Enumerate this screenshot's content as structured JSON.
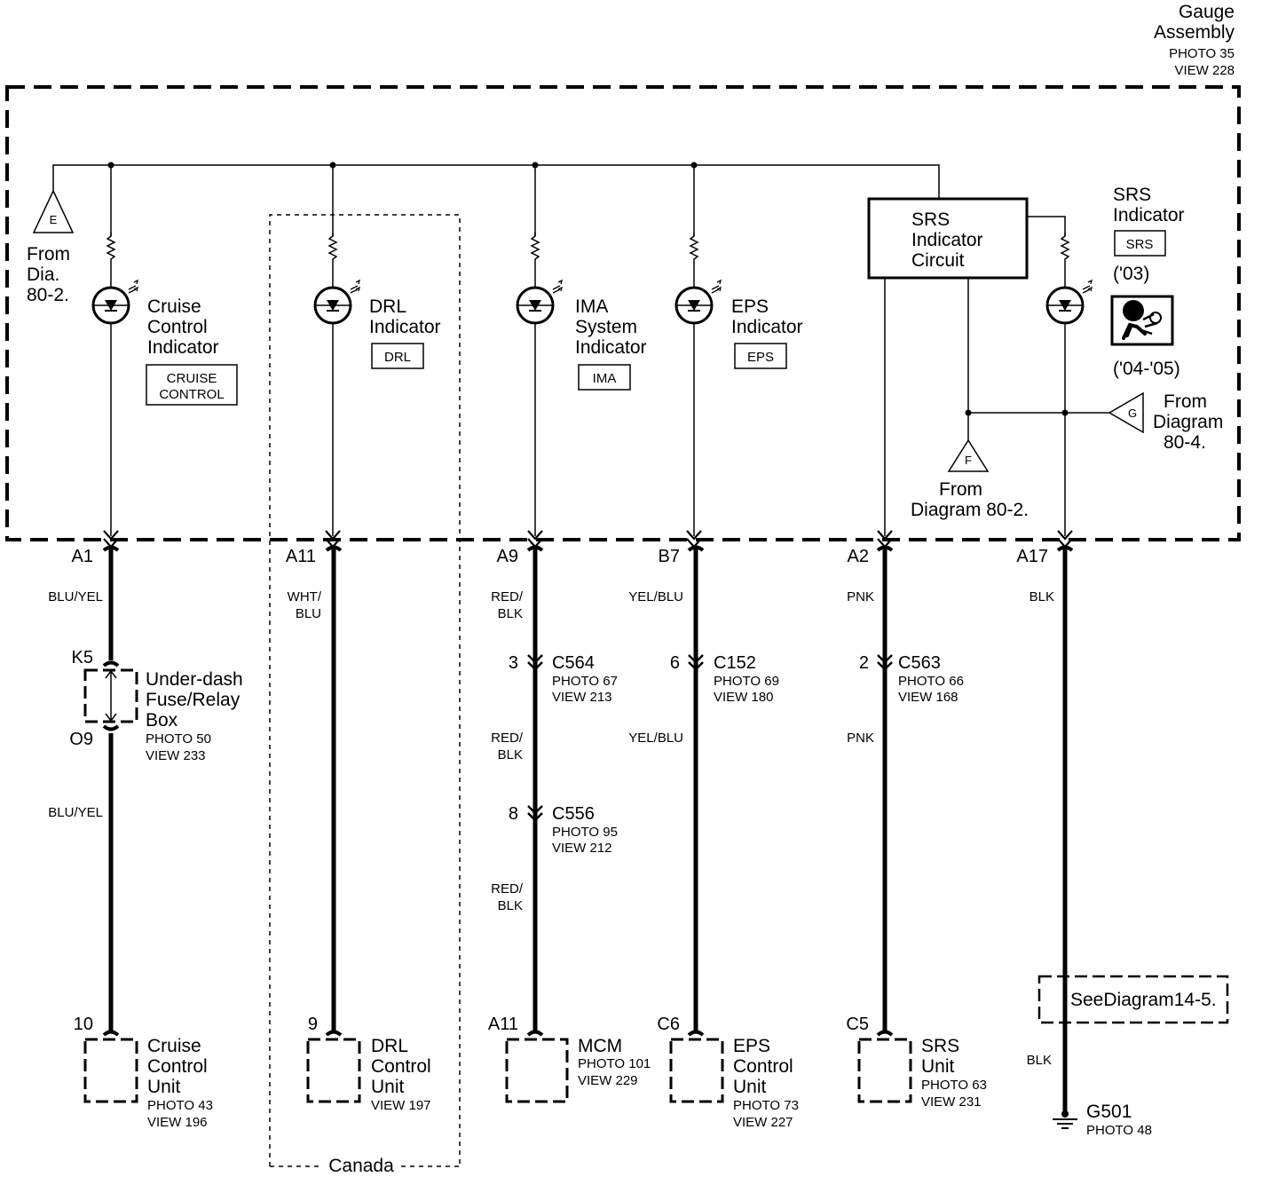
{
  "assembly": {
    "title_1": "Gauge",
    "title_2": "Assembly",
    "photo": "PHOTO 35",
    "view": "VIEW 228"
  },
  "from_e": {
    "letter": "E",
    "l1": "From",
    "l2": "Dia.",
    "l3": "80-2."
  },
  "from_f": {
    "letter": "F",
    "l1": "From",
    "l2": "Diagram 80-2."
  },
  "from_g": {
    "letter": "G",
    "l1": "From",
    "l2": "Diagram",
    "l3": "80-4."
  },
  "indicators": {
    "cruise": {
      "l1": "Cruise",
      "l2": "Control",
      "l3": "Indicator",
      "b1": "CRUISE",
      "b2": "CONTROL"
    },
    "drl": {
      "l1": "DRL",
      "l2": "Indicator",
      "b1": "DRL"
    },
    "ima": {
      "l1": "IMA",
      "l2": "System",
      "l3": "Indicator",
      "b1": "IMA"
    },
    "eps": {
      "l1": "EPS",
      "l2": "Indicator",
      "b1": "EPS"
    },
    "srs": {
      "l1": "SRS",
      "l2": "Indicator",
      "b1": "SRS",
      "y1": "('03)",
      "y2": "('04-'05)"
    }
  },
  "srs_circuit": {
    "l1": "SRS",
    "l2": "Indicator",
    "l3": "Circuit"
  },
  "pins": {
    "a1": "A1",
    "a11": "A11",
    "a9": "A9",
    "b7": "B7",
    "a2": "A2",
    "a17": "A17"
  },
  "wires": {
    "blu_yel": "BLU/YEL",
    "wht": "WHT/",
    "blu": "BLU",
    "red": "RED/",
    "blk": "BLK",
    "yel_blu": "YEL/BLU",
    "pnk": "PNK",
    "blk_only": "BLK"
  },
  "fusebox": {
    "top": "K5",
    "bottom": "O9",
    "l1": "Under-dash",
    "l2": "Fuse/Relay",
    "l3": "Box",
    "photo": "PHOTO 50",
    "view": "VIEW 233"
  },
  "c564": {
    "pin": "3",
    "name": "C564",
    "photo": "PHOTO 67",
    "view": "VIEW 213"
  },
  "c556": {
    "pin": "8",
    "name": "C556",
    "photo": "PHOTO 95",
    "view": "VIEW 212"
  },
  "c152": {
    "pin": "6",
    "name": "C152",
    "photo": "PHOTO 69",
    "view": "VIEW 180"
  },
  "c563": {
    "pin": "2",
    "name": "C563",
    "photo": "PHOTO 66",
    "view": "VIEW 168"
  },
  "units": {
    "cruise": {
      "pin": "10",
      "l1": "Cruise",
      "l2": "Control",
      "l3": "Unit",
      "photo": "PHOTO 43",
      "view": "VIEW 196"
    },
    "drl": {
      "pin": "9",
      "l1": "DRL",
      "l2": "Control",
      "l3": "Unit",
      "view": "VIEW 197"
    },
    "mcm": {
      "pin": "A11",
      "l1": "MCM",
      "photo": "PHOTO 101",
      "view": "VIEW 229"
    },
    "eps": {
      "pin": "C6",
      "l1": "EPS",
      "l2": "Control",
      "l3": "Unit",
      "photo": "PHOTO 73",
      "view": "VIEW 227"
    },
    "srs": {
      "pin": "C5",
      "l1": "SRS",
      "l2": "Unit",
      "photo": "PHOTO 63",
      "view": "VIEW 231"
    }
  },
  "see_diagram": "SeeDiagram14-5.",
  "ground": {
    "name": "G501",
    "photo": "PHOTO 48"
  },
  "canada": "Canada"
}
